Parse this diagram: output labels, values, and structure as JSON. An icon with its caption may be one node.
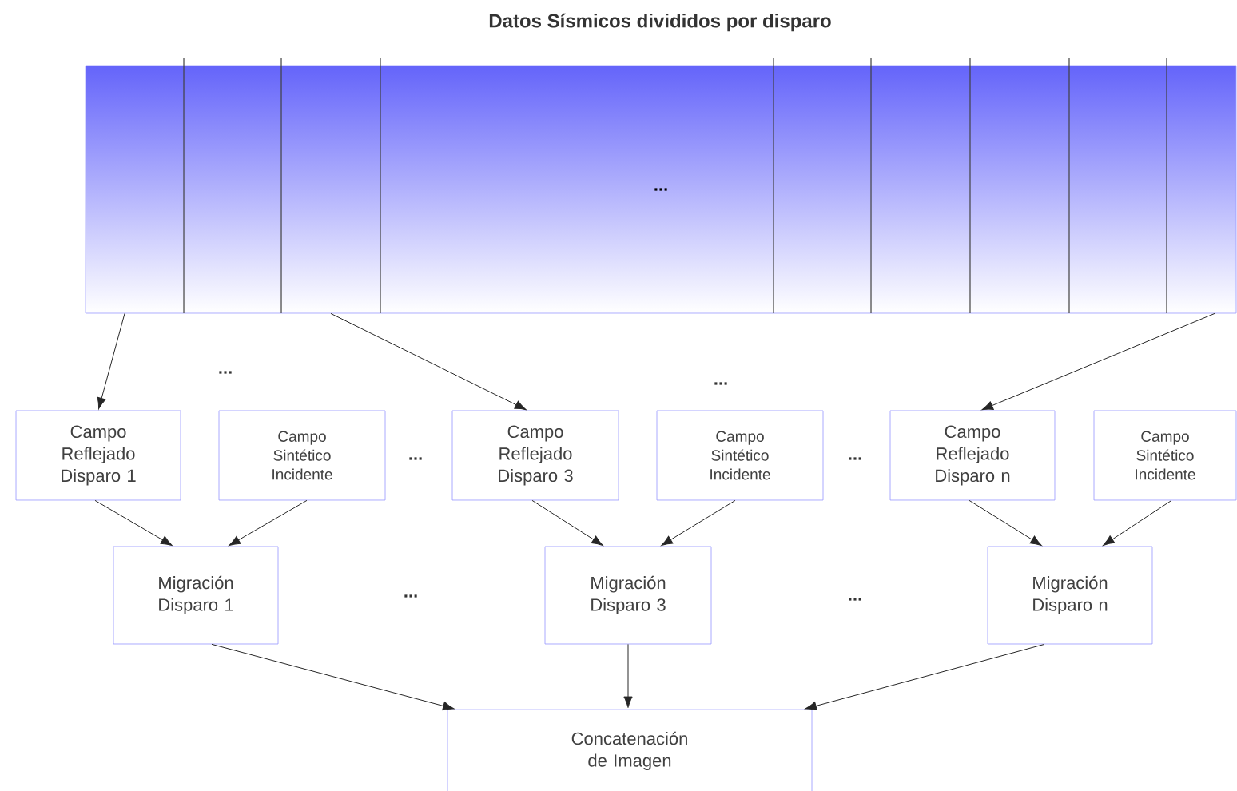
{
  "diagram": {
    "title": "Datos Sísmicos divididos por disparo",
    "nodes": [
      {
        "text": [
          "..."
        ]
      },
      {
        "text": [
          "Campo Reflejado Disparo 1"
        ]
      },
      {
        "text": [
          "Campo Sintético Incidente"
        ]
      },
      {
        "text": [
          "Campo Reflejado Disparo 3"
        ]
      },
      {
        "text": [
          "Campo Sintético Incidente"
        ]
      },
      {
        "text": [
          "Campo Reflejado Disparo n"
        ]
      },
      {
        "text": [
          "Campo Sintético Incidente"
        ]
      },
      {
        "text": [
          "Migración Disparo 1"
        ]
      },
      {
        "text": [
          "Migración Disparo 3"
        ]
      },
      {
        "text": [
          "Migración Disparo n"
        ]
      },
      {
        "text": [
          "Concatenación de Imagen"
        ]
      }
    ],
    "edges": [
      {
        "from": 0,
        "to": 1,
        "arrow": "to"
      },
      {
        "from": 0,
        "to": 3,
        "arrow": "to"
      },
      {
        "from": 0,
        "to": 5,
        "arrow": "to"
      },
      {
        "from": 1,
        "to": 7,
        "arrow": "to"
      },
      {
        "from": 2,
        "to": 7,
        "arrow": "to"
      },
      {
        "from": 3,
        "to": 8,
        "arrow": "to"
      },
      {
        "from": 4,
        "to": 8,
        "arrow": "to"
      },
      {
        "from": 5,
        "to": 9,
        "arrow": "to"
      },
      {
        "from": 6,
        "to": 9,
        "arrow": "to"
      },
      {
        "from": 7,
        "to": 10,
        "arrow": "to"
      },
      {
        "from": 8,
        "to": 10,
        "arrow": "to"
      },
      {
        "from": 9,
        "to": 10,
        "arrow": "to"
      }
    ],
    "labels": [
      "...",
      "...",
      "...",
      "...",
      "...",
      "..."
    ]
  }
}
